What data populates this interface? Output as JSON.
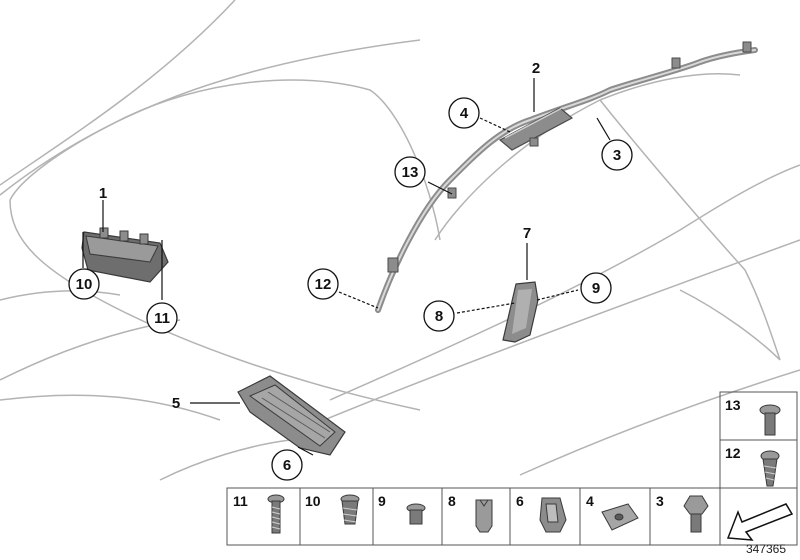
{
  "diagram": {
    "id": "347365",
    "callouts": [
      "1",
      "2",
      "3",
      "4",
      "5",
      "6",
      "7",
      "8",
      "9",
      "10",
      "11",
      "12",
      "13"
    ],
    "fastener_table": {
      "bottom_row": [
        "11",
        "10",
        "9",
        "8",
        "6",
        "4",
        "3"
      ],
      "side_column": [
        "13",
        "12"
      ]
    },
    "colors": {
      "outline": "#b3b3b3",
      "part_fill": "#8c8c8c",
      "part_dark": "#4a4a4a",
      "leader": "#111111",
      "grid": "#555555"
    }
  }
}
